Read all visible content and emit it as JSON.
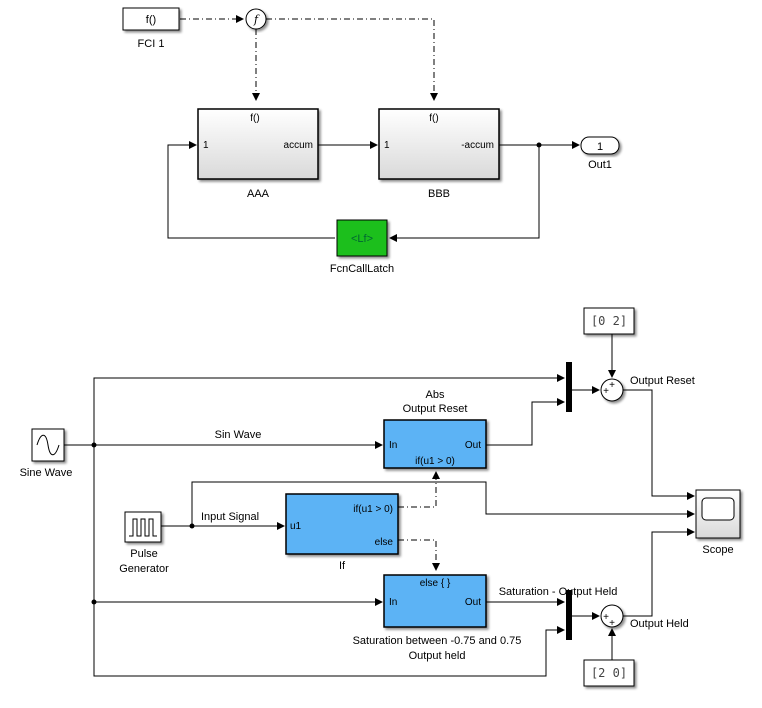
{
  "blocks": {
    "fci1": {
      "text": "f()",
      "label": "FCI 1"
    },
    "aaa": {
      "top": "f()",
      "in": "1",
      "out": "accum",
      "label": "AAA"
    },
    "bbb": {
      "top": "f()",
      "in": "1",
      "out": "-accum",
      "label": "BBB"
    },
    "out1": {
      "text": "1",
      "label": "Out1"
    },
    "latch": {
      "text": "<Lf>",
      "label": "FcnCallLatch",
      "color": "#1fbf1f"
    },
    "split_f": {
      "text": "f"
    },
    "sine": {
      "label": "Sine Wave"
    },
    "pulse": {
      "label1": "Pulse",
      "label2": "Generator"
    },
    "abs": {
      "title1": "Abs",
      "title2": "Output Reset",
      "in": "In",
      "out": "Out",
      "cond": "if(u1 > 0)"
    },
    "ifblk": {
      "in": "u1",
      "out1": "if(u1 > 0)",
      "out2": "else",
      "label": "If"
    },
    "sat": {
      "title": "else { }",
      "in": "In",
      "out": "Out",
      "label1": "Saturation between -0.75 and 0.75",
      "label2": "Output held"
    },
    "const_reset": {
      "value": "[0 2]"
    },
    "const_held": {
      "value": "[2 0]"
    },
    "scope": {
      "label": "Scope"
    },
    "sum_sign": "+",
    "sum_reset_label": "Output Reset",
    "sum_held_label": "Output Held"
  },
  "signals": {
    "sin_wave": "Sin Wave",
    "input_signal": "Input Signal",
    "sat_out": "Saturation - Output Held"
  },
  "colors": {
    "subsystem_blue": "#5cb3f5",
    "latch_green": "#1fbf1f"
  }
}
